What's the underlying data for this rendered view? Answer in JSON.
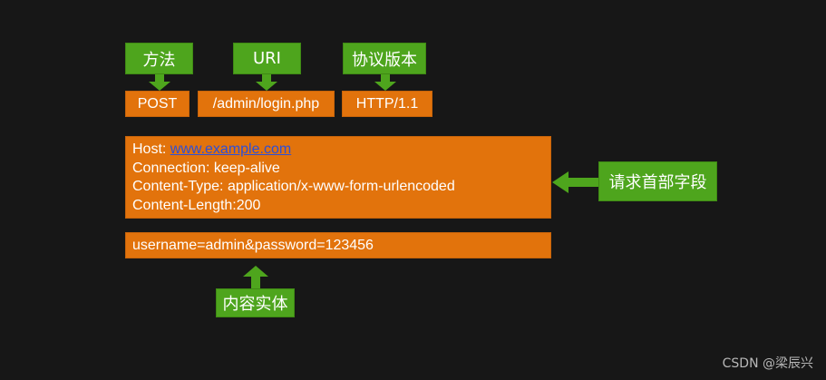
{
  "request_line": {
    "labels": {
      "method": "方法",
      "uri": "URI",
      "version": "协议版本"
    },
    "values": {
      "method": "POST",
      "uri": "/admin/login.php",
      "version": "HTTP/1.1"
    }
  },
  "headers": {
    "label": "请求首部字段",
    "host_key": "Host: ",
    "host_value": "www.example.com",
    "connection": "Connection: keep-alive",
    "content_type": "Content-Type: application/x-www-form-urlencoded",
    "content_length": "Content-Length:200"
  },
  "body": {
    "label": "内容实体",
    "content": "username=admin&password=123456"
  },
  "watermark": "CSDN @梁辰兴",
  "colors": {
    "background": "#171717",
    "label_green": "#4ea51d",
    "content_orange": "#e2730c",
    "link_blue": "#2d4fd8"
  }
}
